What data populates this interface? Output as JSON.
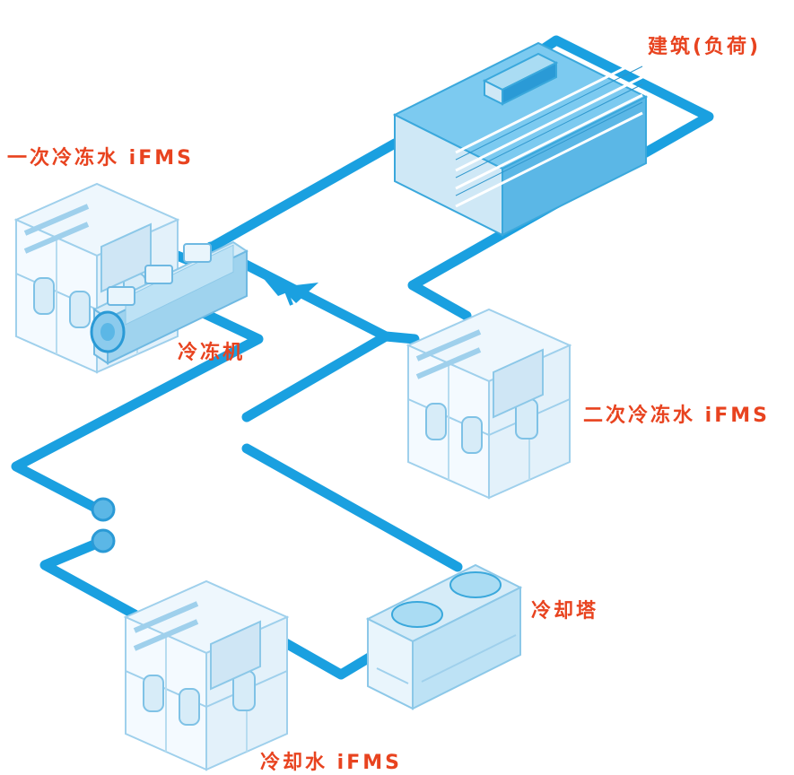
{
  "colors": {
    "label": "#e8431f",
    "pipe": "#1aa0e0",
    "equipment_outline": "#9fd0ec",
    "equipment_fill": "#e9f5fc",
    "building_dark": "#3aa8dc",
    "building_light": "#cfe8f6"
  },
  "labels": {
    "building": "建筑(负荷)",
    "primary_ifms": "一次冷冻水 iFMS",
    "secondary_ifms": "二次冷冻水 iFMS",
    "chiller": "冷冻机",
    "cooling_tower": "冷却塔",
    "cooling_water_ifms": "冷却水 iFMS"
  }
}
